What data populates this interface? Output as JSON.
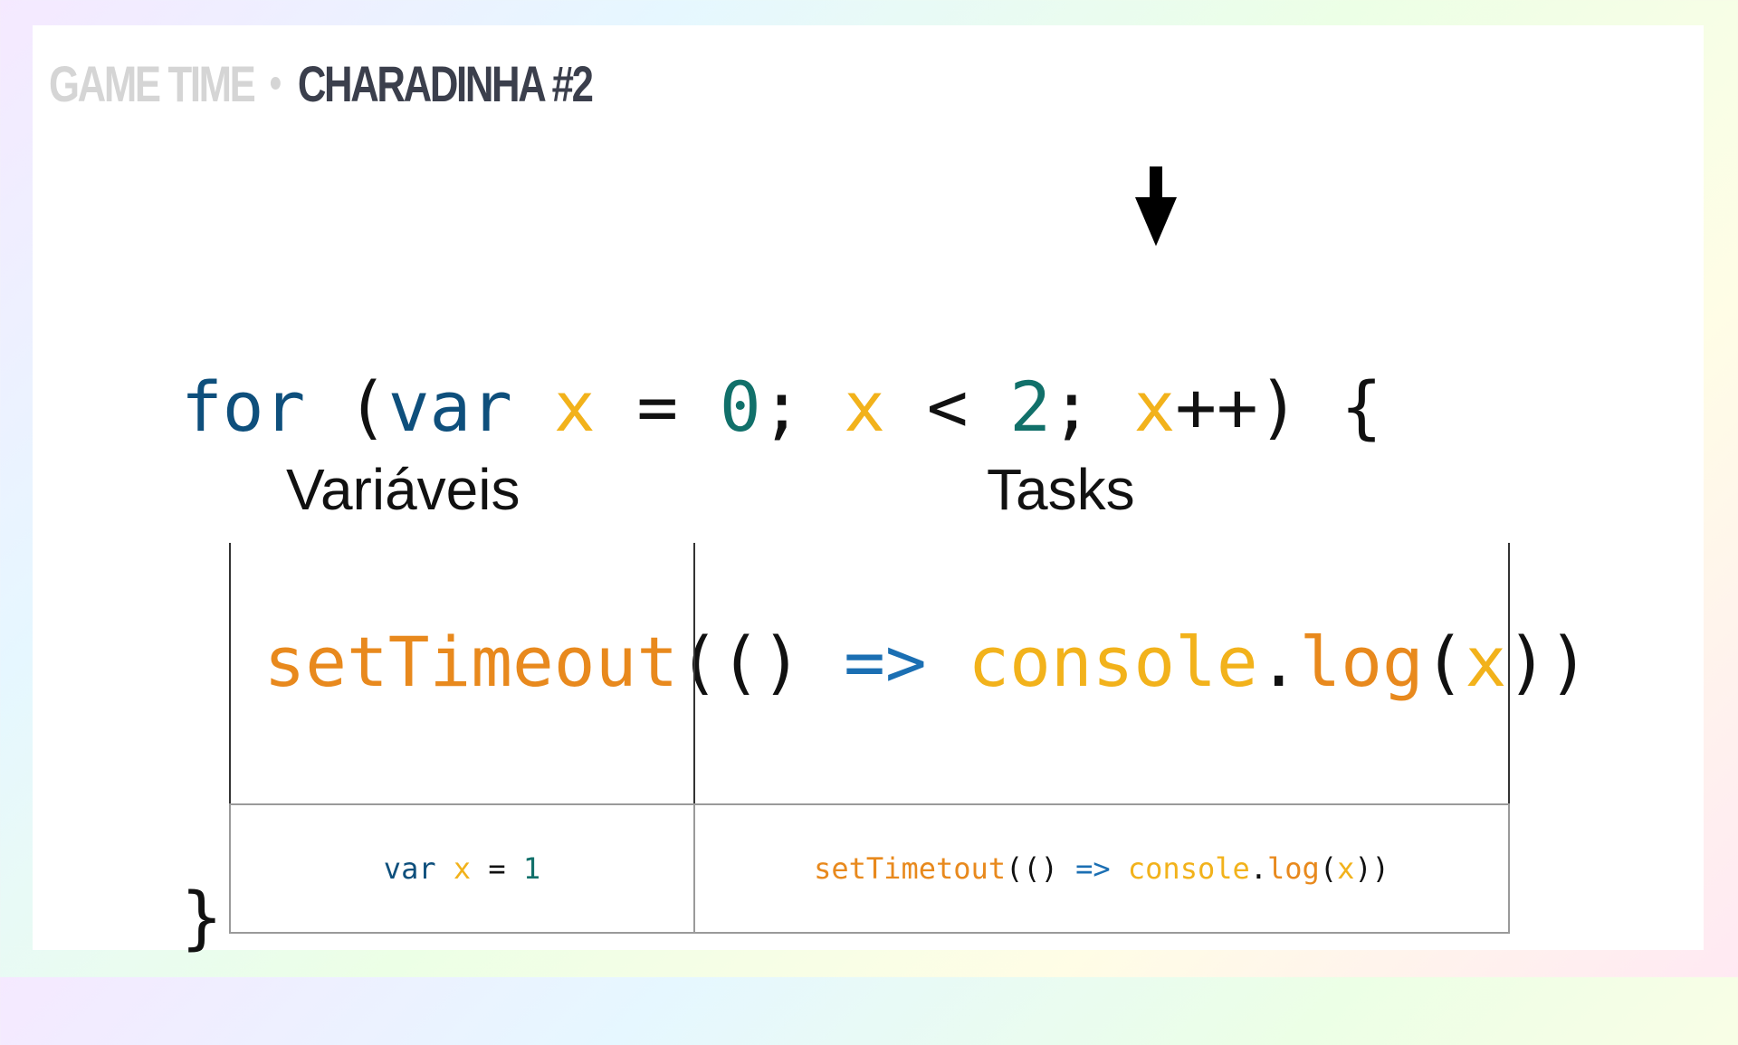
{
  "header": {
    "game_time": "GAME TIME",
    "title": "CHARADINHA #2"
  },
  "code": {
    "line1": {
      "for": "for",
      "paren_open": " (",
      "var_kw": "var",
      "sp1": " ",
      "x1": "x",
      "eq": " = ",
      "zero": "0",
      "semi1": "; ",
      "x2": "x",
      "lt": " < ",
      "two": "2",
      "semi2": "; ",
      "x3": "x",
      "incr": "++) {"
    },
    "line2": {
      "indent": "  ",
      "set_timeout": "setTimeout",
      "paren": "(() ",
      "arrow_op": "=>",
      "sp": " ",
      "console": "console",
      "dot": ".",
      "log": "log",
      "paren2": "(",
      "x": "x",
      "close": "))"
    },
    "line3": "}"
  },
  "columns": {
    "variables_title": "Variáveis",
    "tasks_title": "Tasks"
  },
  "variables_box": {
    "var_kw": "var",
    "sp1": " ",
    "x": "x",
    "eq": " = ",
    "value": "1"
  },
  "tasks_box": {
    "set_timeout": "setTimetout",
    "paren": "(() ",
    "arrow_op": "=>",
    "sp": " ",
    "console": "console",
    "dot": ".",
    "log": "log",
    "paren2": "(",
    "x": "x",
    "close": "))"
  },
  "colors": {
    "keyword": "#0e4f7c",
    "variable": "#f2b21b",
    "number": "#11706a",
    "function": "#e8891d",
    "arrow_operator": "#1b6fb3"
  },
  "icons": {
    "pointer": "arrow-down-icon"
  }
}
